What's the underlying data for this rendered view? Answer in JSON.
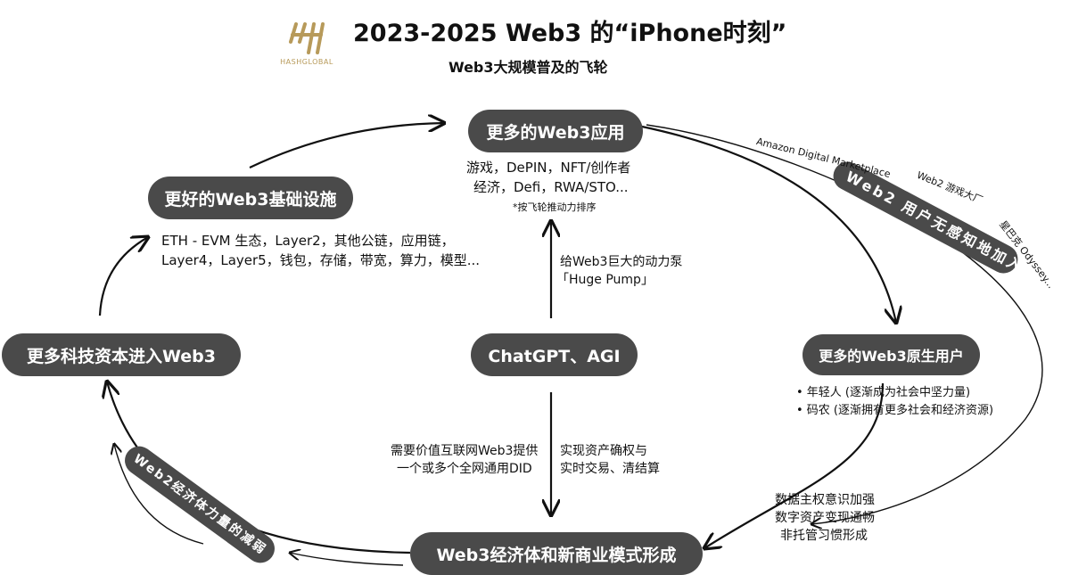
{
  "header": {
    "title": "2023-2025 Web3 的“iPhone时刻”",
    "subtitle": "Web3大规模普及的飞轮"
  },
  "logo": {
    "text": "HASHGLOBAL",
    "color": "#b79a5a"
  },
  "nodes": {
    "apps": "更多的Web3应用",
    "infra": "更好的Web3基础设施",
    "capital": "更多科技资本进入Web3",
    "ai": "ChatGPT、AGI",
    "native_users": "更多的Web3原生用户",
    "economy": "Web3经济体和新商业模式形成"
  },
  "texts": {
    "apps_desc_1": "游戏，DePIN，NFT/创作者",
    "apps_desc_2": "经济，Defi，RWA/STO...",
    "apps_note": "*按飞轮推动力排序",
    "infra_desc_1": "ETH - EVM 生态，Layer2，其他公链，应用链，",
    "infra_desc_2": "Layer4，Layer5，钱包，存储，带宽，算力，模型...",
    "pump_1": "给Web3巨大的动力泵",
    "pump_2": "「Huge Pump」",
    "did_1": "需要价值互联网Web3提供",
    "did_2": "一个或多个全网通用DID",
    "settle_1": "实现资产确权与",
    "settle_2": "实时交易、清结算",
    "users_1": "•  年轻人 (逐渐成为社会中坚力量)",
    "users_2": "•  码农 (逐渐拥有更多社会和经济资源)",
    "data_1": "数据主权意识加强",
    "data_2": "数字资产变现通畅",
    "data_3": "非托管习惯形成"
  },
  "banners": {
    "web2_users": "Web2 用户无感知地加入",
    "web2_reduction": "Web2经济体力量的减弱"
  },
  "examples": {
    "amazon": "Amazon Digital Marketplace",
    "game_studios": "Web2 游戏大厂",
    "starbucks": "星巴克 Odyssey..."
  },
  "colors": {
    "pill": "#4a4a4a",
    "arrow": "#111111",
    "logo": "#b79a5a"
  }
}
